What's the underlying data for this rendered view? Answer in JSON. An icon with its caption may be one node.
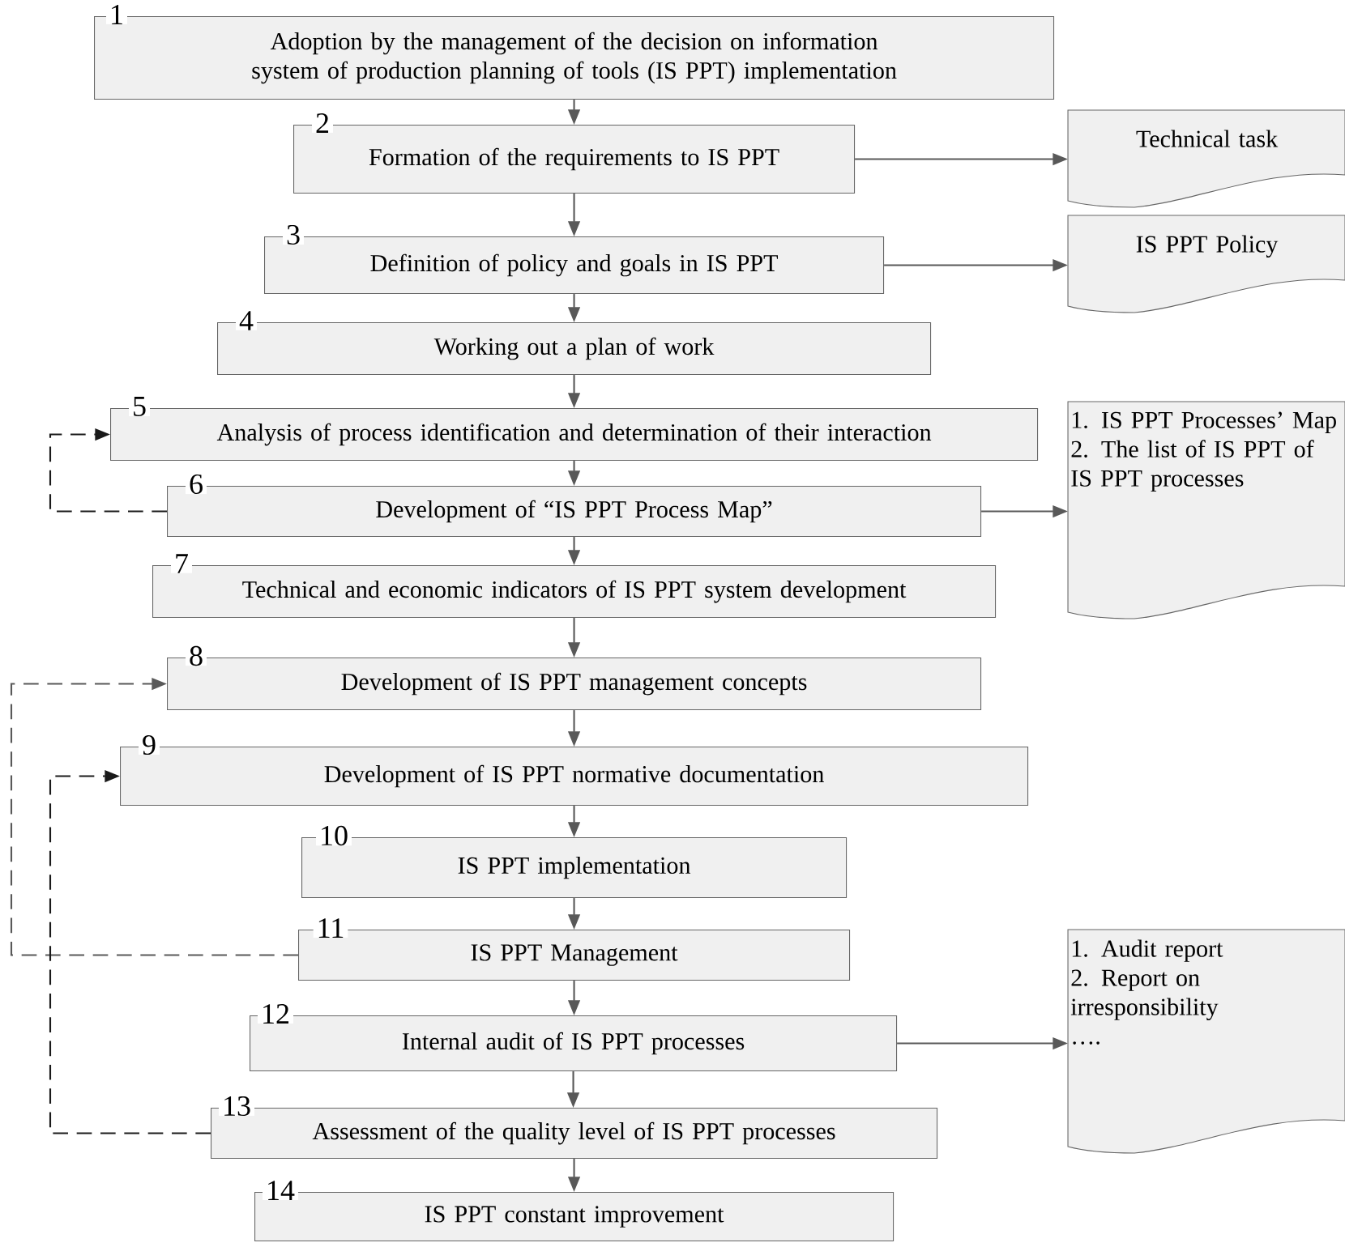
{
  "diagram": {
    "nodes": [
      {
        "text": [
          "1",
          "Adoption by the management of the decision on information system of production planning of tools (IS PPT) implementation"
        ]
      },
      {
        "text": [
          "2",
          "Formation of the requirements to IS PPT"
        ]
      },
      {
        "text": [
          "3",
          "Definition of policy and goals in IS PPT"
        ]
      },
      {
        "text": [
          "4",
          "Working out a plan of work"
        ]
      },
      {
        "text": [
          "5",
          "Analysis of process identification and determination of their interaction"
        ]
      },
      {
        "text": [
          "6",
          "Development of “IS PPT Process Map”"
        ]
      },
      {
        "text": [
          "7",
          "Technical and economic indicators of IS PPT system development"
        ]
      },
      {
        "text": [
          "8",
          "Development of IS PPT management concepts"
        ]
      },
      {
        "text": [
          "9",
          "Development of IS PPT normative documentation"
        ]
      },
      {
        "text": [
          "10",
          "IS PPT implementation"
        ]
      },
      {
        "text": [
          "11",
          "IS PPT Management"
        ]
      },
      {
        "text": [
          "12",
          "Internal audit of IS PPT processes"
        ]
      },
      {
        "text": [
          "13",
          "Assessment of the quality level of IS PPT processes"
        ]
      },
      {
        "text": [
          "14",
          "IS PPT constant improvement"
        ]
      },
      {
        "text": [
          "Technical task"
        ]
      },
      {
        "text": [
          "IS PPT Policy"
        ]
      },
      {
        "text": [
          "1.  IS PPT Processes’ Map",
          "2. The list of IS PPT of IS PPT processes"
        ]
      },
      {
        "text": [
          "1. Audit report",
          "2. Report on irresponsibility",
          "…."
        ]
      }
    ],
    "edges": [
      {
        "from": 0,
        "to": 1,
        "arrow": "to"
      },
      {
        "from": 1,
        "to": 2,
        "arrow": "to"
      },
      {
        "from": 2,
        "to": 3,
        "arrow": "to"
      },
      {
        "from": 3,
        "to": 4,
        "arrow": "to"
      },
      {
        "from": 4,
        "to": 5,
        "arrow": "to"
      },
      {
        "from": 5,
        "to": 6,
        "arrow": "to"
      },
      {
        "from": 6,
        "to": 7,
        "arrow": "to"
      },
      {
        "from": 7,
        "to": 8,
        "arrow": "to"
      },
      {
        "from": 8,
        "to": 9,
        "arrow": "to"
      },
      {
        "from": 9,
        "to": 10,
        "arrow": "to"
      },
      {
        "from": 10,
        "to": 11,
        "arrow": "to"
      },
      {
        "from": 11,
        "to": 12,
        "arrow": "to"
      },
      {
        "from": 12,
        "to": 13,
        "arrow": "to"
      },
      {
        "from": 1,
        "to": 14,
        "arrow": "to"
      },
      {
        "from": 2,
        "to": 15,
        "arrow": "to"
      },
      {
        "from": 5,
        "to": 16,
        "arrow": "to"
      },
      {
        "from": 11,
        "to": 17,
        "arrow": "to"
      },
      {
        "from": 5,
        "to": 4,
        "arrow": "to",
        "style": "dashed",
        "color": "#1a1a1a"
      },
      {
        "from": 10,
        "to": 7,
        "arrow": "to",
        "style": "dashed"
      },
      {
        "from": 12,
        "to": 8,
        "arrow": "to",
        "style": "dashed",
        "color": "#1a1a1a"
      }
    ]
  }
}
